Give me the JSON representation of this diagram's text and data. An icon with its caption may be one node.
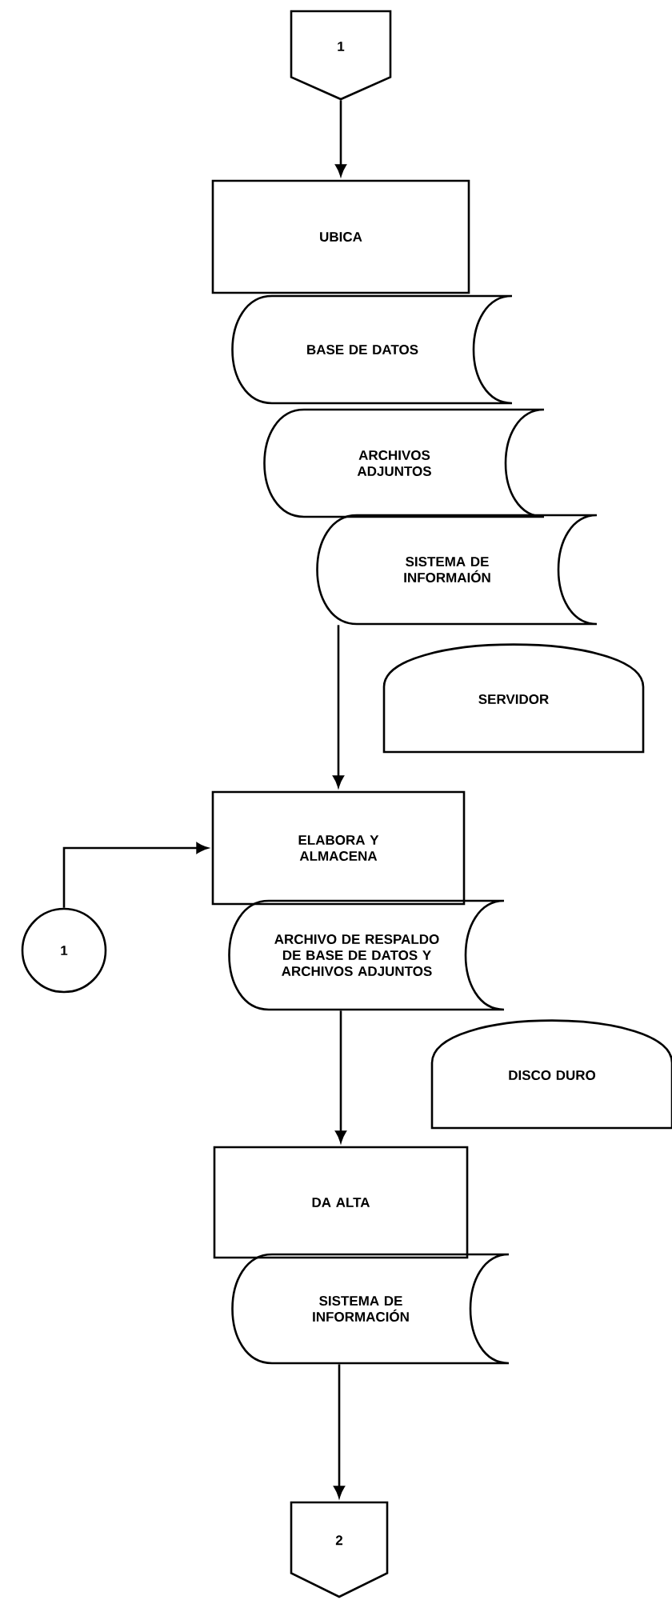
{
  "diagram": {
    "nodes": [
      {
        "text": [
          "1"
        ]
      },
      {
        "text": [
          "UBICA"
        ]
      },
      {
        "text": [
          "BASE DE DATOS"
        ]
      },
      {
        "text": [
          "ARCHIVOS ADJUNTOS"
        ]
      },
      {
        "text": [
          "SISTEMA DE INFORMAIÓN"
        ]
      },
      {
        "text": [
          "SERVIDOR"
        ]
      },
      {
        "text": [
          "ELABORA Y ALMACENA"
        ]
      },
      {
        "text": [
          "ARCHIVO DE RESPALDO DE BASE DE DATOS Y ARCHIVOS ADJUNTOS"
        ]
      },
      {
        "text": [
          "1"
        ]
      },
      {
        "text": [
          "DISCO DURO"
        ]
      },
      {
        "text": [
          "DA ALTA"
        ]
      },
      {
        "text": [
          "SISTEMA DE INFORMACIÓN"
        ]
      },
      {
        "text": [
          "2"
        ]
      }
    ],
    "edges": [
      {
        "from": 0,
        "to": 1,
        "arrow": "to"
      },
      {
        "from": 4,
        "to": 6,
        "arrow": "to"
      },
      {
        "from": 8,
        "to": 6,
        "arrow": "to"
      },
      {
        "from": 7,
        "to": 10,
        "arrow": "to"
      },
      {
        "from": 11,
        "to": 12,
        "arrow": "to"
      }
    ]
  }
}
